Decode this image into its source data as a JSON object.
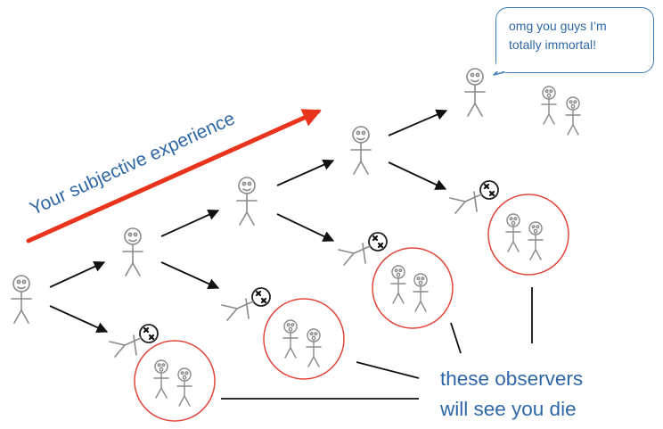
{
  "speech_bubble": {
    "line1": "omg you guys I’m",
    "line2": "totally immortal!"
  },
  "arrow_label": "Your subjective experience",
  "caption": {
    "line1": "these observers",
    "line2": "will see you die"
  },
  "colors": {
    "text_blue": "#2f67a6",
    "bubble_border": "#3b79b5",
    "arrow_red": "#e8341c",
    "circle_red": "#e0463a",
    "figure_gray": "#888888",
    "line_black": "#111111"
  }
}
